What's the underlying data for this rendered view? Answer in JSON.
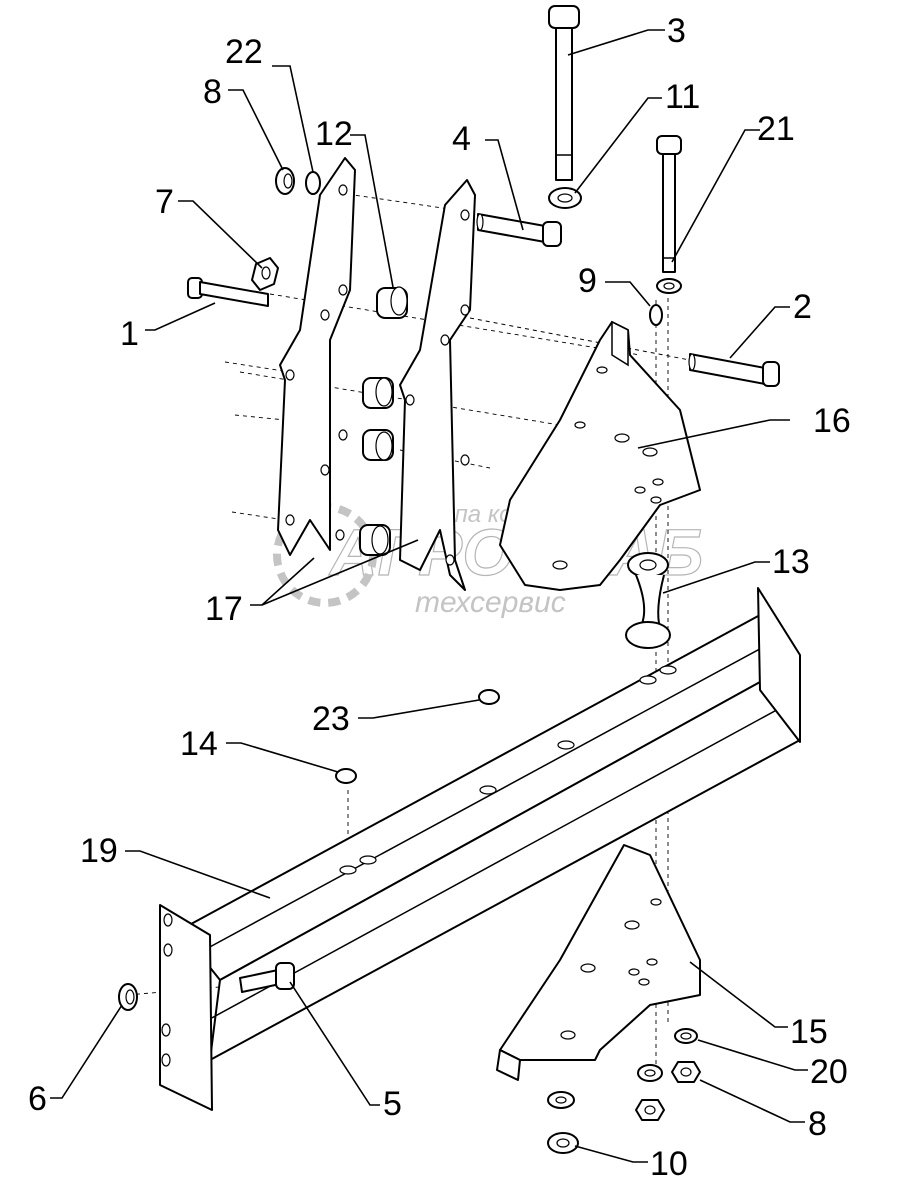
{
  "callouts": [
    {
      "id": "c1",
      "label": "1"
    },
    {
      "id": "c2",
      "label": "2"
    },
    {
      "id": "c3",
      "label": "3"
    },
    {
      "id": "c4",
      "label": "4"
    },
    {
      "id": "c5",
      "label": "5"
    },
    {
      "id": "c6",
      "label": "6"
    },
    {
      "id": "c7",
      "label": "7"
    },
    {
      "id": "c8a",
      "label": "8"
    },
    {
      "id": "c8b",
      "label": "8"
    },
    {
      "id": "c9",
      "label": "9"
    },
    {
      "id": "c10",
      "label": "10"
    },
    {
      "id": "c11",
      "label": "11"
    },
    {
      "id": "c12",
      "label": "12"
    },
    {
      "id": "c13",
      "label": "13"
    },
    {
      "id": "c14",
      "label": "14"
    },
    {
      "id": "c15",
      "label": "15"
    },
    {
      "id": "c16",
      "label": "16"
    },
    {
      "id": "c17",
      "label": "17"
    },
    {
      "id": "c19",
      "label": "19"
    },
    {
      "id": "c20",
      "label": "20"
    },
    {
      "id": "c21",
      "label": "21"
    },
    {
      "id": "c22",
      "label": "22"
    },
    {
      "id": "c23",
      "label": "23"
    }
  ],
  "watermark": {
    "line1": "группа компаний",
    "line2": "АГРОСНАБ",
    "line3": "техсервис"
  }
}
